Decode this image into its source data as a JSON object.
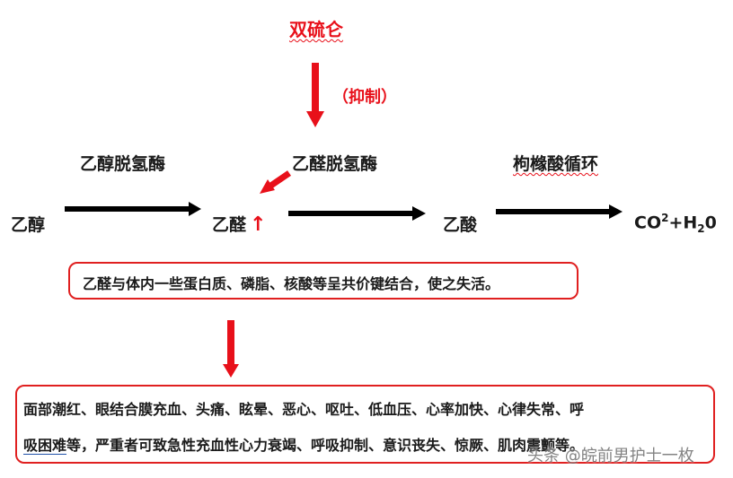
{
  "inhibitor": "双硫仑",
  "inhibit_label": "（抑制）",
  "enzyme1": "乙醇脱氢酶",
  "enzyme2": "乙醛脱氢酶",
  "cycle": "枸橼酸循环",
  "compound1": "乙醇",
  "compound2": "乙醛",
  "compound3": "乙酸",
  "product": {
    "co": "CO",
    "sup": "2",
    "plus_h": "+H",
    "sub": "2",
    "zero": "0"
  },
  "increase_glyph": "↑",
  "box1_text": "乙醛与体内一些蛋白质、磷脂、核酸等呈共价键结合，使之失活。",
  "box2_line1": "面部潮红、眼结合膜充血、头痛、眩晕、恶心、呕吐、低血压、心率加快、心律失常、呼",
  "box2_line2_underlined": "吸困难",
  "box2_line2_rest": "等，严重者可致急性充血性心力衰竭、呼吸抑制、意识丧失、惊厥、肌肉震颤等。",
  "watermark": "头条 @皖前男护士一枚",
  "colors": {
    "accent_red": "#e8101a",
    "text": "#1a1a1a",
    "arrow_black": "#000000"
  }
}
